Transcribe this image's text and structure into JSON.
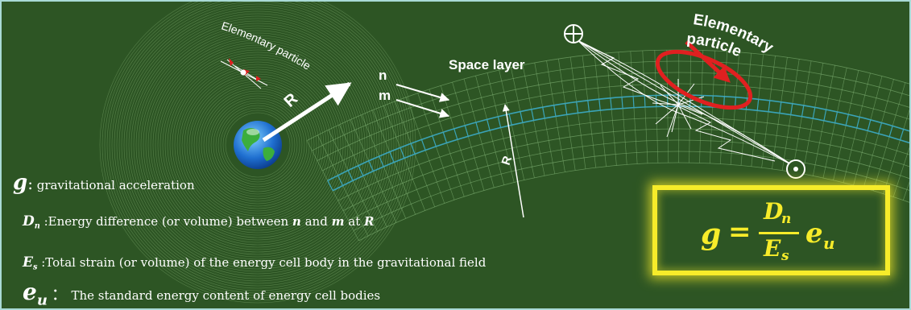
{
  "labels": {
    "elementary_left": "Elementary particle",
    "r_left": "R",
    "n": "n",
    "m": "m",
    "space_layer": "Space layer",
    "elementary_right_1": "Elementary",
    "elementary_right_2": "particle",
    "r_right": "R"
  },
  "definitions": {
    "g_symbol": "g",
    "g_sep": ":",
    "g_text": "gravitational acceleration",
    "dn_main": "D",
    "dn_sub": "n",
    "dn_text_1": ":Energy difference (or volume) between",
    "dn_n": "n",
    "dn_and": "and",
    "dn_m": "m",
    "dn_at": "at",
    "dn_r": "R",
    "es_main": "E",
    "es_sub": "s",
    "es_text": ":Total strain (or volume) of the energy cell body in the gravitational field",
    "eu_main": "e",
    "eu_sub": "u",
    "eu_sep": "：",
    "eu_text": "The standard energy content of energy cell bodies"
  },
  "formula": {
    "lhs": "g",
    "equals": "=",
    "num_main": "D",
    "num_sub": "n",
    "den_main": "E",
    "den_sub": "s",
    "factor_main": "e",
    "factor_sub": "u"
  },
  "colors": {
    "background": "#2d5524",
    "formula": "#f7ec2a",
    "rotation_arrow": "#e02020",
    "layer": "#3aa3b8"
  },
  "icons": {
    "into_page": "circle-cross-icon",
    "out_of_page": "circle-dot-icon",
    "earth": "earth-icon"
  }
}
